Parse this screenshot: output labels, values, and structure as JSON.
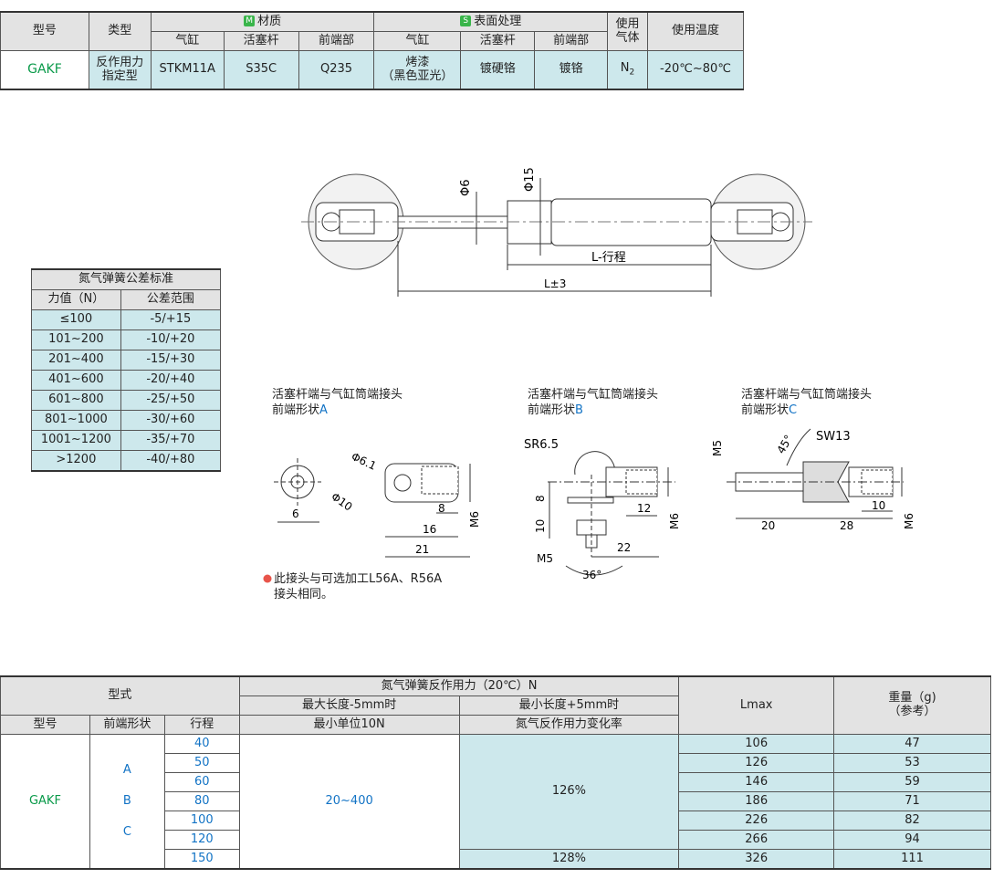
{
  "spec_table": {
    "h_model": "型号",
    "h_type": "类型",
    "h_material": "材质",
    "h_material_tag": "M",
    "h_surface": "表面处理",
    "h_surface_tag": "S",
    "h_gas": "使用气体",
    "h_gas_l1": "使用",
    "h_gas_l2": "气体",
    "h_temp": "使用温度",
    "sub": [
      "气缸",
      "活塞杆",
      "前端部",
      "气缸",
      "活塞杆",
      "前端部"
    ],
    "row": {
      "model": "GAKF",
      "type_l1": "反作用力",
      "type_l2": "指定型",
      "cyl_mat": "STKM11A",
      "rod_mat": "S35C",
      "front_mat": "Q235",
      "cyl_surf_l1": "烤漆",
      "cyl_surf_l2": "（黑色亚光）",
      "rod_surf": "镀硬铬",
      "front_surf": "镀铬",
      "gas": "N",
      "gas_sub": "2",
      "temp": "-20℃~80℃"
    }
  },
  "tolerance_table": {
    "title": "氮气弹簧公差标准",
    "h_force": "力值（N）",
    "h_range": "公差范围",
    "rows": [
      [
        "≤100",
        "-5/+15"
      ],
      [
        "101~200",
        "-10/+20"
      ],
      [
        "201~400",
        "-15/+30"
      ],
      [
        "401~600",
        "-20/+40"
      ],
      [
        "601~800",
        "-25/+50"
      ],
      [
        "801~1000",
        "-30/+60"
      ],
      [
        "1001~1200",
        "-35/+70"
      ],
      [
        ">1200",
        "-40/+80"
      ]
    ]
  },
  "drawing": {
    "dia6": "Φ6",
    "dia15": "Φ15",
    "l_stroke": "L-行程",
    "l_tol": "L±3",
    "shapeA_l1": "活塞杆端与气缸筒端接头",
    "shapeA_l2": "前端形状",
    "shapeA_letter": "A",
    "shapeB_l1": "活塞杆端与气缸筒端接头",
    "shapeB_l2": "前端形状",
    "shapeB_letter": "B",
    "shapeC_l1": "活塞杆端与气缸筒端接头",
    "shapeC_l2": "前端形状",
    "shapeC_letter": "C",
    "a_dia61": "Φ6.1",
    "a_dia10": "Φ10",
    "a_6": "6",
    "a_8": "8",
    "a_16": "16",
    "a_21": "21",
    "a_m6": "M6",
    "b_sr": "SR6.5",
    "b_8": "8",
    "b_10": "10",
    "b_12": "12",
    "b_22": "22",
    "b_m5": "M5",
    "b_m6": "M6",
    "b_36": "36°",
    "c_m5": "M5",
    "c_45": "45°",
    "c_sw": "SW13",
    "c_10": "10",
    "c_20": "20",
    "c_28": "28",
    "c_m6": "M6",
    "note_l1": "此接头与可选加工L56A、R56A",
    "note_l2": "接头相同。"
  },
  "selection_table": {
    "h_style": "型式",
    "h_force": "氮气弹簧反作用力（20℃）N",
    "h_max": "最大长度-5mm时",
    "h_min": "最小长度+5mm时",
    "h_lmax": "Lmax",
    "h_weight_l1": "重量（g)",
    "h_weight_l2": "（参考）",
    "h_model": "型号",
    "h_front": "前端形状",
    "h_stroke": "行程",
    "h_unit": "最小单位10N",
    "h_rate": "氮气反作用力变化率",
    "model": "GAKF",
    "shapes": [
      "A",
      "B",
      "C"
    ],
    "force_range": "20~400",
    "rate1": "126%",
    "rate2": "128%",
    "rows": [
      {
        "stroke": "40",
        "lmax": "106",
        "weight": "47"
      },
      {
        "stroke": "50",
        "lmax": "126",
        "weight": "53"
      },
      {
        "stroke": "60",
        "lmax": "146",
        "weight": "59"
      },
      {
        "stroke": "80",
        "lmax": "186",
        "weight": "71"
      },
      {
        "stroke": "100",
        "lmax": "226",
        "weight": "82"
      },
      {
        "stroke": "120",
        "lmax": "266",
        "weight": "94"
      },
      {
        "stroke": "150",
        "lmax": "326",
        "weight": "111"
      }
    ]
  }
}
